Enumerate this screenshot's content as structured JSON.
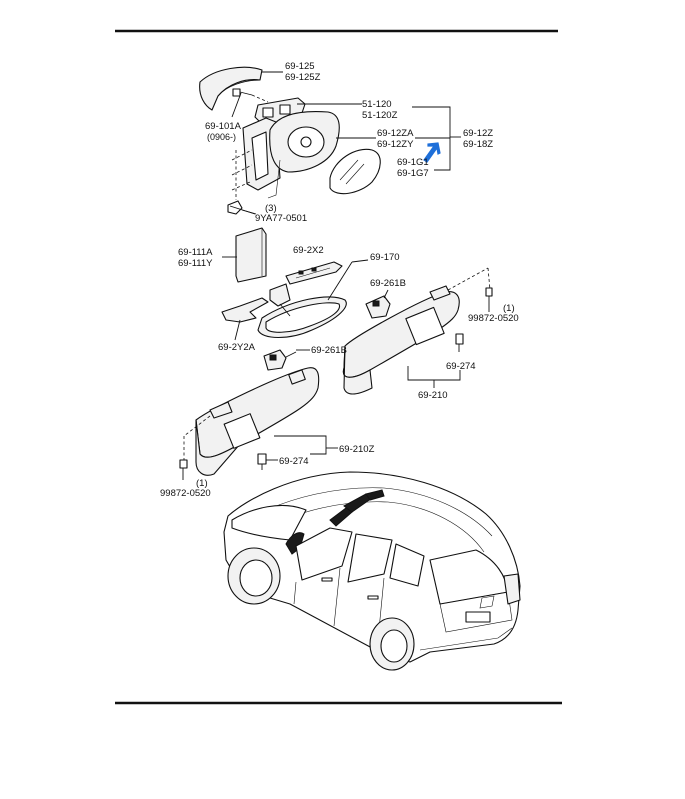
{
  "labels": {
    "cap_69_125": "69-125",
    "cap_69_125z": "69-125Z",
    "screw_69_101a": "69-101A",
    "screw_0906": "(0906-)",
    "bracket_51_120": "51-120",
    "bracket_51_120z": "51-120Z",
    "glass_69_12za": "69-12ZA",
    "glass_69_12zy": "69-12ZY",
    "mirror_69_12z": "69-12Z",
    "mirror_69_18z": "69-18Z",
    "lamp_69_1g1": "69-1G1",
    "lamp_69_1g7": "69-1G7",
    "bolt_qty_3": "(3)",
    "bolt_9ya77": "9YA77-0501",
    "garnish_69_111a": "69-111A",
    "garnish_69_111y": "69-111Y",
    "cover_69_2x2": "69-2X2",
    "rearview_69_170": "69-170",
    "cover_69_2y2a": "69-2Y2A",
    "holder_69_261b_right": "69-261B",
    "holder_69_261b_left": "69-261B",
    "screw_qty_right": "(1)",
    "screw_99872_right": "99872-0520",
    "clip_69_274_right": "69-274",
    "visor_69_210": "69-210",
    "visor_69_210z": "69-210Z",
    "clip_69_274_left": "69-274",
    "screw_qty_left": "(1)",
    "screw_99872_left": "99872-0520"
  },
  "colors": {
    "line": "#111111",
    "highlight_arrow": "#1e6fd9",
    "background": "#ffffff"
  },
  "icons": {
    "indicator_arrow": "arrow-up-left-icon"
  }
}
